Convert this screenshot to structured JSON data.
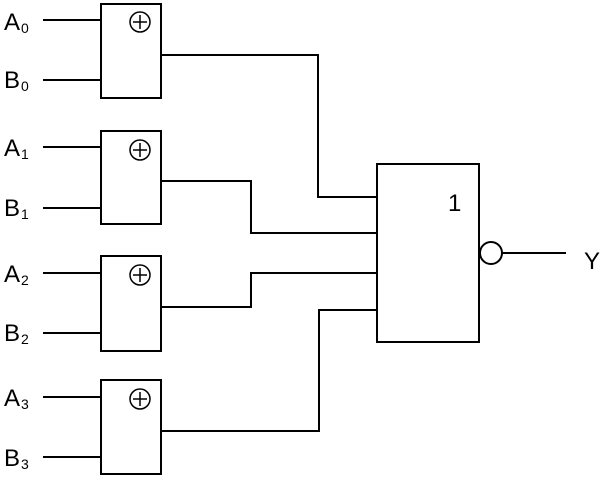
{
  "inputs": [
    {
      "letter": "A",
      "index": "0"
    },
    {
      "letter": "B",
      "index": "0"
    },
    {
      "letter": "A",
      "index": "1"
    },
    {
      "letter": "B",
      "index": "1"
    },
    {
      "letter": "A",
      "index": "2"
    },
    {
      "letter": "B",
      "index": "2"
    },
    {
      "letter": "A",
      "index": "3"
    },
    {
      "letter": "B",
      "index": "3"
    }
  ],
  "xor_symbol": "⊕",
  "nor_gate": {
    "label": "1"
  },
  "output": {
    "label": "Y"
  }
}
